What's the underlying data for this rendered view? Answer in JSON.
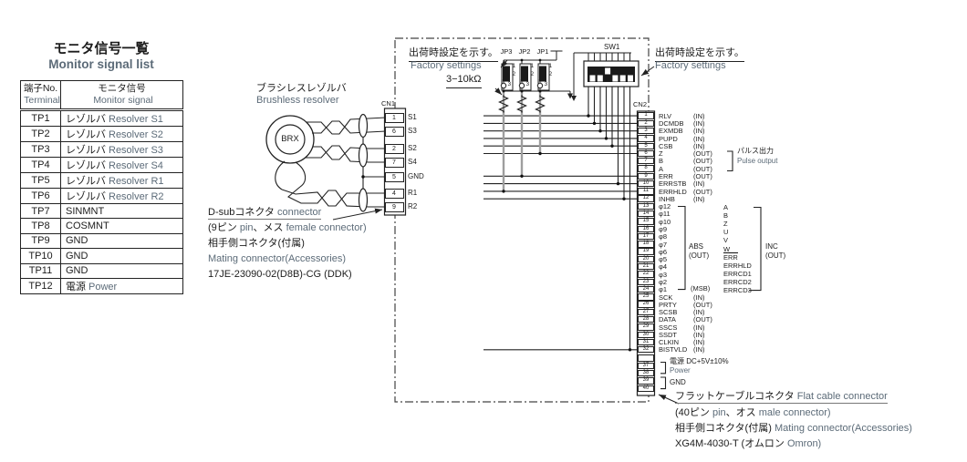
{
  "table": {
    "title_jp": "モニタ信号一覧",
    "title_en": "Monitor signal list",
    "header": {
      "col1_jp": "端子No.",
      "col1_en": "Terminal",
      "col2_jp": "モニタ信号",
      "col2_en": "Monitor signal"
    },
    "rows": [
      {
        "terminal": "TP1",
        "jp": "レゾルバ",
        "en": "Resolver S1"
      },
      {
        "terminal": "TP2",
        "jp": "レゾルバ",
        "en": "Resolver S2"
      },
      {
        "terminal": "TP3",
        "jp": "レゾルバ",
        "en": "Resolver S3"
      },
      {
        "terminal": "TP4",
        "jp": "レゾルバ",
        "en": "Resolver S4"
      },
      {
        "terminal": "TP5",
        "jp": "レゾルバ",
        "en": "Resolver R1"
      },
      {
        "terminal": "TP6",
        "jp": "レゾルバ",
        "en": "Resolver R2"
      },
      {
        "terminal": "TP7",
        "jp": "SINMNT",
        "en": ""
      },
      {
        "terminal": "TP8",
        "jp": "COSMNT",
        "en": ""
      },
      {
        "terminal": "TP9",
        "jp": "GND",
        "en": ""
      },
      {
        "terminal": "TP10",
        "jp": "GND",
        "en": ""
      },
      {
        "terminal": "TP11",
        "jp": "GND",
        "en": ""
      },
      {
        "terminal": "TP12",
        "jp": "電源",
        "en": "Power"
      }
    ]
  },
  "resolver": {
    "label_jp": "ブラシレスレゾルバ",
    "label_en": "Brushless resolver",
    "core": "BRX"
  },
  "cn1": {
    "name": "CN1",
    "pins": [
      {
        "no": "1",
        "label": "S1"
      },
      {
        "no": "6",
        "label": "S3"
      },
      {
        "no": "2",
        "label": "S2"
      },
      {
        "no": "7",
        "label": "S4"
      },
      {
        "no": "5",
        "label": "GND"
      },
      {
        "no": "4",
        "label": "R1"
      },
      {
        "no": "9",
        "label": "R2"
      }
    ]
  },
  "dsub": {
    "lines": [
      [
        {
          "t": "D-subコネクタ ",
          "c": "jp"
        },
        {
          "t": "connector",
          "c": "en"
        }
      ],
      [
        {
          "t": "(9ピン ",
          "c": "jp"
        },
        {
          "t": "pin",
          "c": "en"
        },
        {
          "t": "、メス ",
          "c": "jp"
        },
        {
          "t": "female connector)",
          "c": "en"
        }
      ],
      [
        {
          "t": "相手側コネクタ(付属)",
          "c": "jp"
        }
      ],
      [
        {
          "t": "Mating connector(Accessories)",
          "c": "en"
        }
      ],
      [
        {
          "t": "17JE-23090-02(D8B)-CG (DDK)",
          "c": "jp"
        }
      ]
    ]
  },
  "factory_left": {
    "jp": "出荷時設定を示す。",
    "en": "Factory settings",
    "resistance": "3−10kΩ"
  },
  "factory_right": {
    "jp": "出荷時設定を示す。",
    "en": "Factory settings"
  },
  "jumpers": {
    "labels": [
      "JP3",
      "JP2",
      "JP1"
    ],
    "pins": [
      "1",
      "2",
      "3"
    ]
  },
  "sw1": {
    "label": "SW1"
  },
  "cn2": {
    "name": "CN2",
    "pins": [
      {
        "no": "1",
        "name": "RLV",
        "dir": "(IN)"
      },
      {
        "no": "2",
        "name": "DCMDB",
        "dir": "(IN)"
      },
      {
        "no": "3",
        "name": "EXMDB",
        "dir": "(IN)"
      },
      {
        "no": "4",
        "name": "PUPD",
        "dir": "(IN)"
      },
      {
        "no": "5",
        "name": "CSB",
        "dir": "(IN)"
      },
      {
        "no": "6",
        "name": "Z",
        "dir": "(OUT)"
      },
      {
        "no": "7",
        "name": "B",
        "dir": "(OUT)"
      },
      {
        "no": "8",
        "name": "A",
        "dir": "(OUT)"
      },
      {
        "no": "9",
        "name": "ERR",
        "dir": "(OUT)"
      },
      {
        "no": "10",
        "name": "ERRSTB",
        "dir": "(IN)"
      },
      {
        "no": "11",
        "name": "ERRHLD",
        "dir": "(OUT)"
      },
      {
        "no": "12",
        "name": "INHB",
        "dir": "(IN)"
      },
      {
        "no": "13",
        "name": "φ12",
        "dir": ""
      },
      {
        "no": "14",
        "name": "φ11",
        "dir": ""
      },
      {
        "no": "15",
        "name": "φ10",
        "dir": ""
      },
      {
        "no": "16",
        "name": "φ9",
        "dir": ""
      },
      {
        "no": "17",
        "name": "φ8",
        "dir": ""
      },
      {
        "no": "18",
        "name": "φ7",
        "dir": ""
      },
      {
        "no": "19",
        "name": "φ6",
        "dir": ""
      },
      {
        "no": "20",
        "name": "φ5",
        "dir": ""
      },
      {
        "no": "21",
        "name": "φ4",
        "dir": ""
      },
      {
        "no": "22",
        "name": "φ3",
        "dir": ""
      },
      {
        "no": "23",
        "name": "φ2",
        "dir": ""
      },
      {
        "no": "24",
        "name": "φ1",
        "dir": ""
      },
      {
        "no": "25",
        "name": "SCK",
        "dir": "(IN)"
      },
      {
        "no": "26",
        "name": "PRTY",
        "dir": "(OUT)"
      },
      {
        "no": "27",
        "name": "SCSB",
        "dir": "(IN)"
      },
      {
        "no": "28",
        "name": "DATA",
        "dir": "(OUT)"
      },
      {
        "no": "29",
        "name": "SSCS",
        "dir": "(IN)"
      },
      {
        "no": "30",
        "name": "SSDT",
        "dir": "(IN)"
      },
      {
        "no": "31",
        "name": "CLKIN",
        "dir": "(IN)"
      },
      {
        "no": "32",
        "name": "BISTVLD",
        "dir": "(IN)"
      }
    ],
    "tail_pins": [
      "37",
      "38",
      "39",
      "40"
    ],
    "abs": {
      "label": "ABS",
      "dir": "(OUT)",
      "msb": "(MSB)"
    },
    "inc": {
      "label": "INC",
      "dir": "(OUT)",
      "items": [
        {
          "t": "A"
        },
        {
          "t": "B"
        },
        {
          "t": "Z"
        },
        {
          "t": "U"
        },
        {
          "t": "V"
        },
        {
          "t": "W"
        },
        {
          "t": "ERR",
          "bar": true
        },
        {
          "t": "ERRHLD"
        },
        {
          "t": "ERRCD1"
        },
        {
          "t": "ERRCD2"
        },
        {
          "t": "ERRCD3"
        }
      ]
    },
    "pulse": {
      "jp": "パルス出力",
      "en": "Pulse output"
    },
    "power": {
      "jp_line": "電源 DC+5V±10%",
      "en": "Power",
      "gnd": "GND"
    }
  },
  "flat": {
    "lines": [
      [
        {
          "t": "フラットケーブルコネクタ ",
          "c": "jp"
        },
        {
          "t": "Flat cable connector",
          "c": "en"
        }
      ],
      [
        {
          "t": "(40ピン ",
          "c": "jp"
        },
        {
          "t": "pin",
          "c": "en"
        },
        {
          "t": "、オス ",
          "c": "jp"
        },
        {
          "t": "male connector)",
          "c": "en"
        }
      ],
      [
        {
          "t": "相手側コネクタ(付属) ",
          "c": "jp"
        },
        {
          "t": "Mating connector(Accessories)",
          "c": "en"
        }
      ],
      [
        {
          "t": "XG4M-4030-T (オムロン ",
          "c": "jp"
        },
        {
          "t": "Omron)",
          "c": "en"
        }
      ]
    ]
  },
  "colors": {
    "ink": "#1c1c1c",
    "accent_gray": "#5c6b78"
  }
}
